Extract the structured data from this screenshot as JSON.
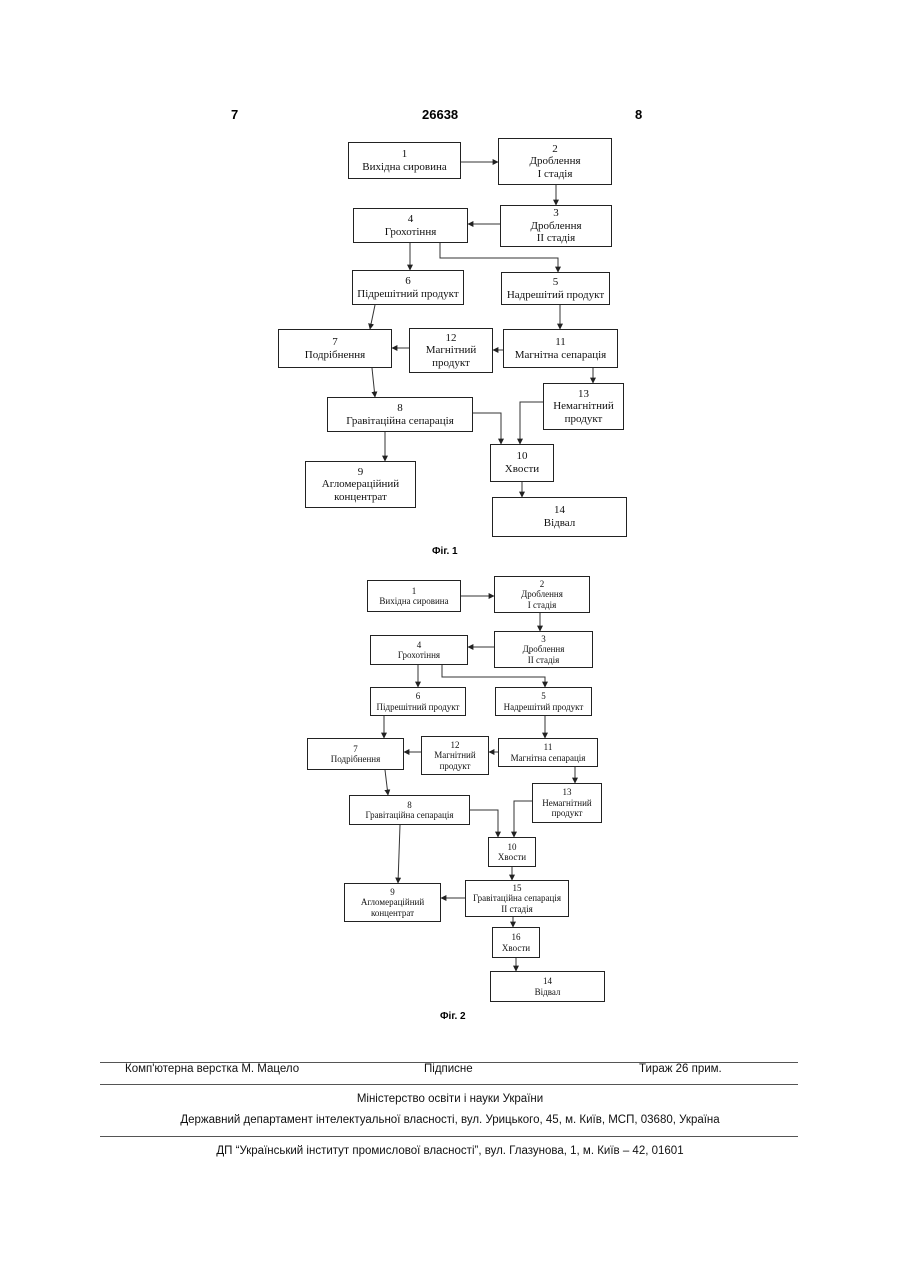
{
  "header": {
    "page_left": "7",
    "doc_number": "26638",
    "page_right": "8"
  },
  "figure1": {
    "caption": "Фіг. 1",
    "boxes": {
      "b1": {
        "num": "1",
        "lines": [
          "Вихідна сировина"
        ]
      },
      "b2": {
        "num": "2",
        "lines": [
          "Дроблення",
          "I стадія"
        ]
      },
      "b3": {
        "num": "3",
        "lines": [
          "Дроблення",
          "II стадія"
        ]
      },
      "b4": {
        "num": "4",
        "lines": [
          "Грохотіння"
        ]
      },
      "b5": {
        "num": "5",
        "lines": [
          "Надрешітий продукт"
        ]
      },
      "b6": {
        "num": "6",
        "lines": [
          "Підрешітний продукт"
        ]
      },
      "b7": {
        "num": "7",
        "lines": [
          "Подрібнення"
        ]
      },
      "b8": {
        "num": "8",
        "lines": [
          "Гравітаційна сепарація"
        ]
      },
      "b9": {
        "num": "9",
        "lines": [
          "Агломераційний",
          "концентрат"
        ]
      },
      "b10": {
        "num": "10",
        "lines": [
          "Хвости"
        ]
      },
      "b11": {
        "num": "11",
        "lines": [
          "Магнітна сепарація"
        ]
      },
      "b12": {
        "num": "12",
        "lines": [
          "Магнітний",
          "продукт"
        ]
      },
      "b13": {
        "num": "13",
        "lines": [
          "Немагнітний",
          "продукт"
        ]
      },
      "b14": {
        "num": "14",
        "lines": [
          "Відвал"
        ]
      }
    }
  },
  "figure2": {
    "caption": "Фіг. 2",
    "boxes": {
      "b1": {
        "num": "1",
        "lines": [
          "Вихідна сировина"
        ]
      },
      "b2": {
        "num": "2",
        "lines": [
          "Дроблення",
          "I стадія"
        ]
      },
      "b3": {
        "num": "3",
        "lines": [
          "Дроблення",
          "II стадія"
        ]
      },
      "b4": {
        "num": "4",
        "lines": [
          "Грохотіння"
        ]
      },
      "b5": {
        "num": "5",
        "lines": [
          "Надрешітий продукт"
        ]
      },
      "b6": {
        "num": "6",
        "lines": [
          "Підрешітний продукт"
        ]
      },
      "b7": {
        "num": "7",
        "lines": [
          "Подрібнення"
        ]
      },
      "b8": {
        "num": "8",
        "lines": [
          "Гравітаційна сепарація"
        ]
      },
      "b9": {
        "num": "9",
        "lines": [
          "Агломераційний",
          "концентрат"
        ]
      },
      "b10": {
        "num": "10",
        "lines": [
          "Хвости"
        ]
      },
      "b11": {
        "num": "11",
        "lines": [
          "Магнітна сепарація"
        ]
      },
      "b12": {
        "num": "12",
        "lines": [
          "Магнітний",
          "продукт"
        ]
      },
      "b13": {
        "num": "13",
        "lines": [
          "Немагнітний",
          "продукт"
        ]
      },
      "b14": {
        "num": "14",
        "lines": [
          "Відвал"
        ]
      },
      "b15": {
        "num": "15",
        "lines": [
          "Гравітаційна сепарація",
          "II стадія"
        ]
      },
      "b16": {
        "num": "16",
        "lines": [
          "Хвости"
        ]
      }
    }
  },
  "footer": {
    "layout": "Комп'ютерна верстка М. Мацело",
    "signed": "Підписне",
    "circulation": "Тираж 26 прим.",
    "ministry": "Міністерство освіти і науки України",
    "department": "Державний департамент інтелектуальної власності, вул. Урицького, 45, м. Київ, МСП, 03680, Україна",
    "institute": "ДП “Український інститут промислової власності”, вул. Глазунова, 1, м. Київ – 42, 01601"
  }
}
